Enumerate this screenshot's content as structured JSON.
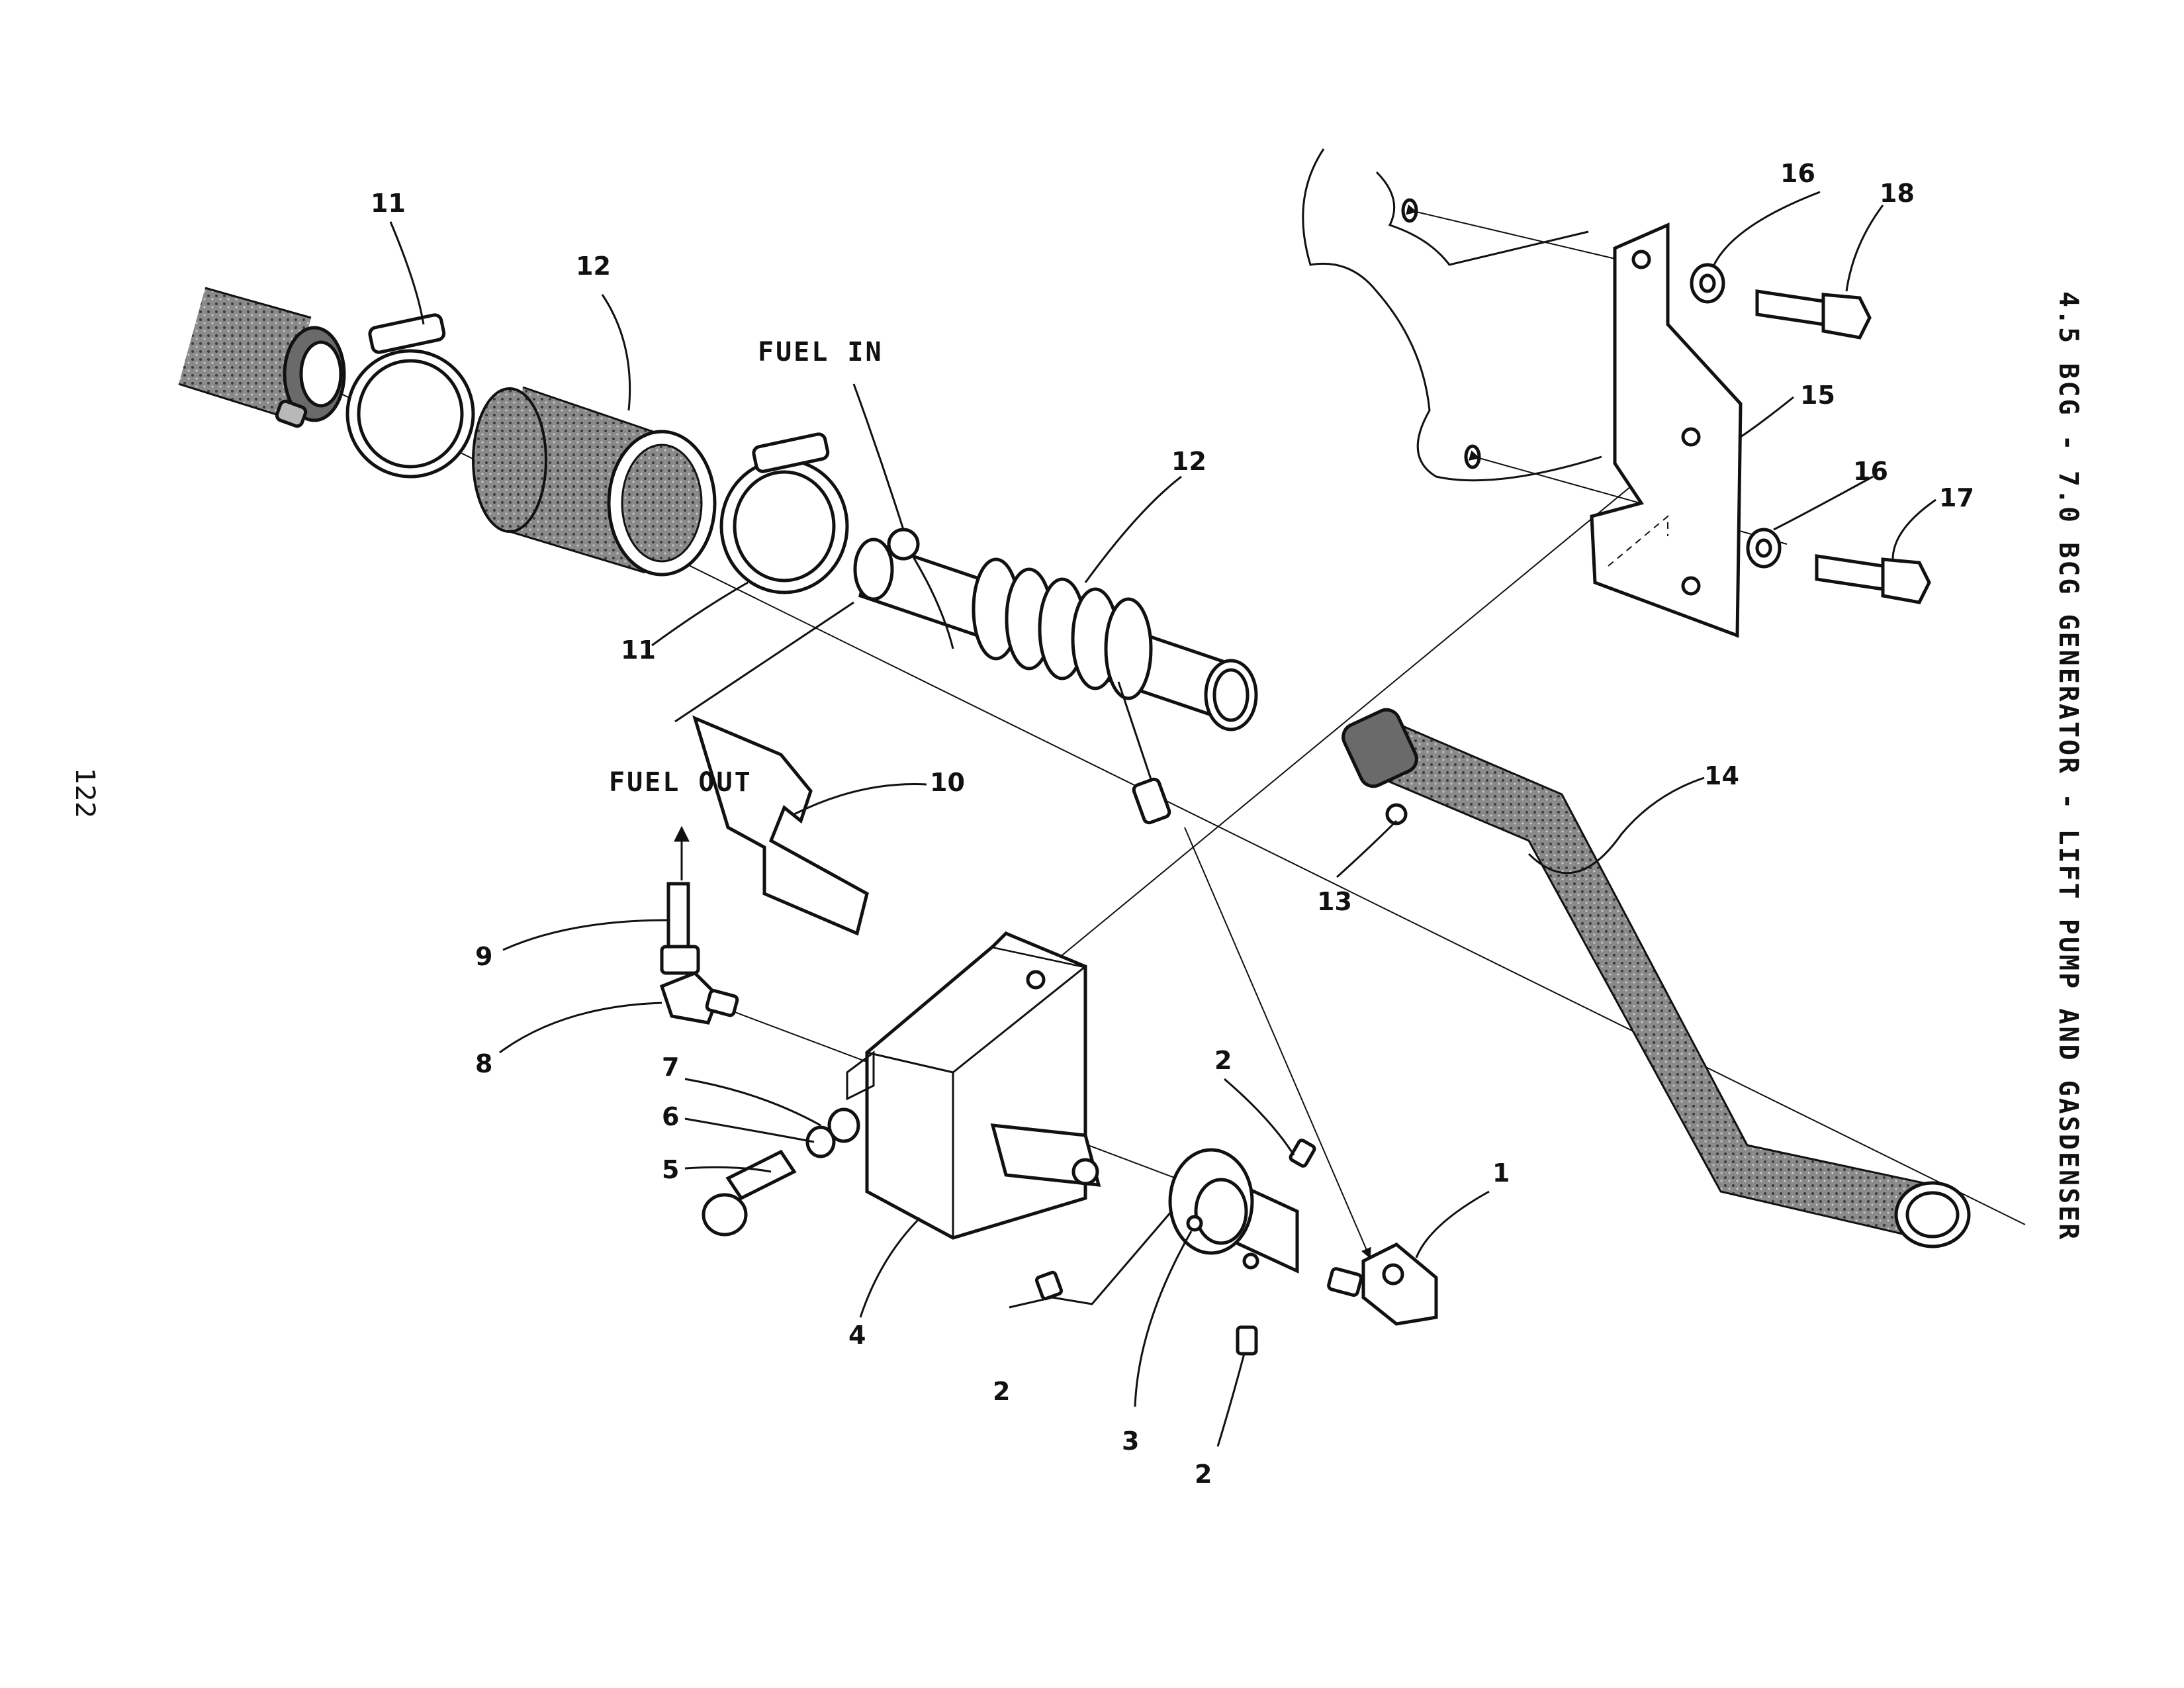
{
  "page": {
    "number": "122",
    "title": "4.5 BCG - 7.0 BCG GENERATOR - LIFT PUMP AND GASDENSER"
  },
  "annotations": {
    "fuel_in": "FUEL IN",
    "fuel_out": "FUEL OUT"
  },
  "callouts": {
    "c1": "1",
    "c2a": "2",
    "c2b": "2",
    "c2c": "2",
    "c3": "3",
    "c4": "4",
    "c5": "5",
    "c6": "6",
    "c7": "7",
    "c8": "8",
    "c9": "9",
    "c10": "10",
    "c11a": "11",
    "c11b": "11",
    "c12a": "12",
    "c12b": "12",
    "c13": "13",
    "c14": "14",
    "c15": "15",
    "c16a": "16",
    "c16b": "16",
    "c17": "17",
    "c18": "18"
  }
}
